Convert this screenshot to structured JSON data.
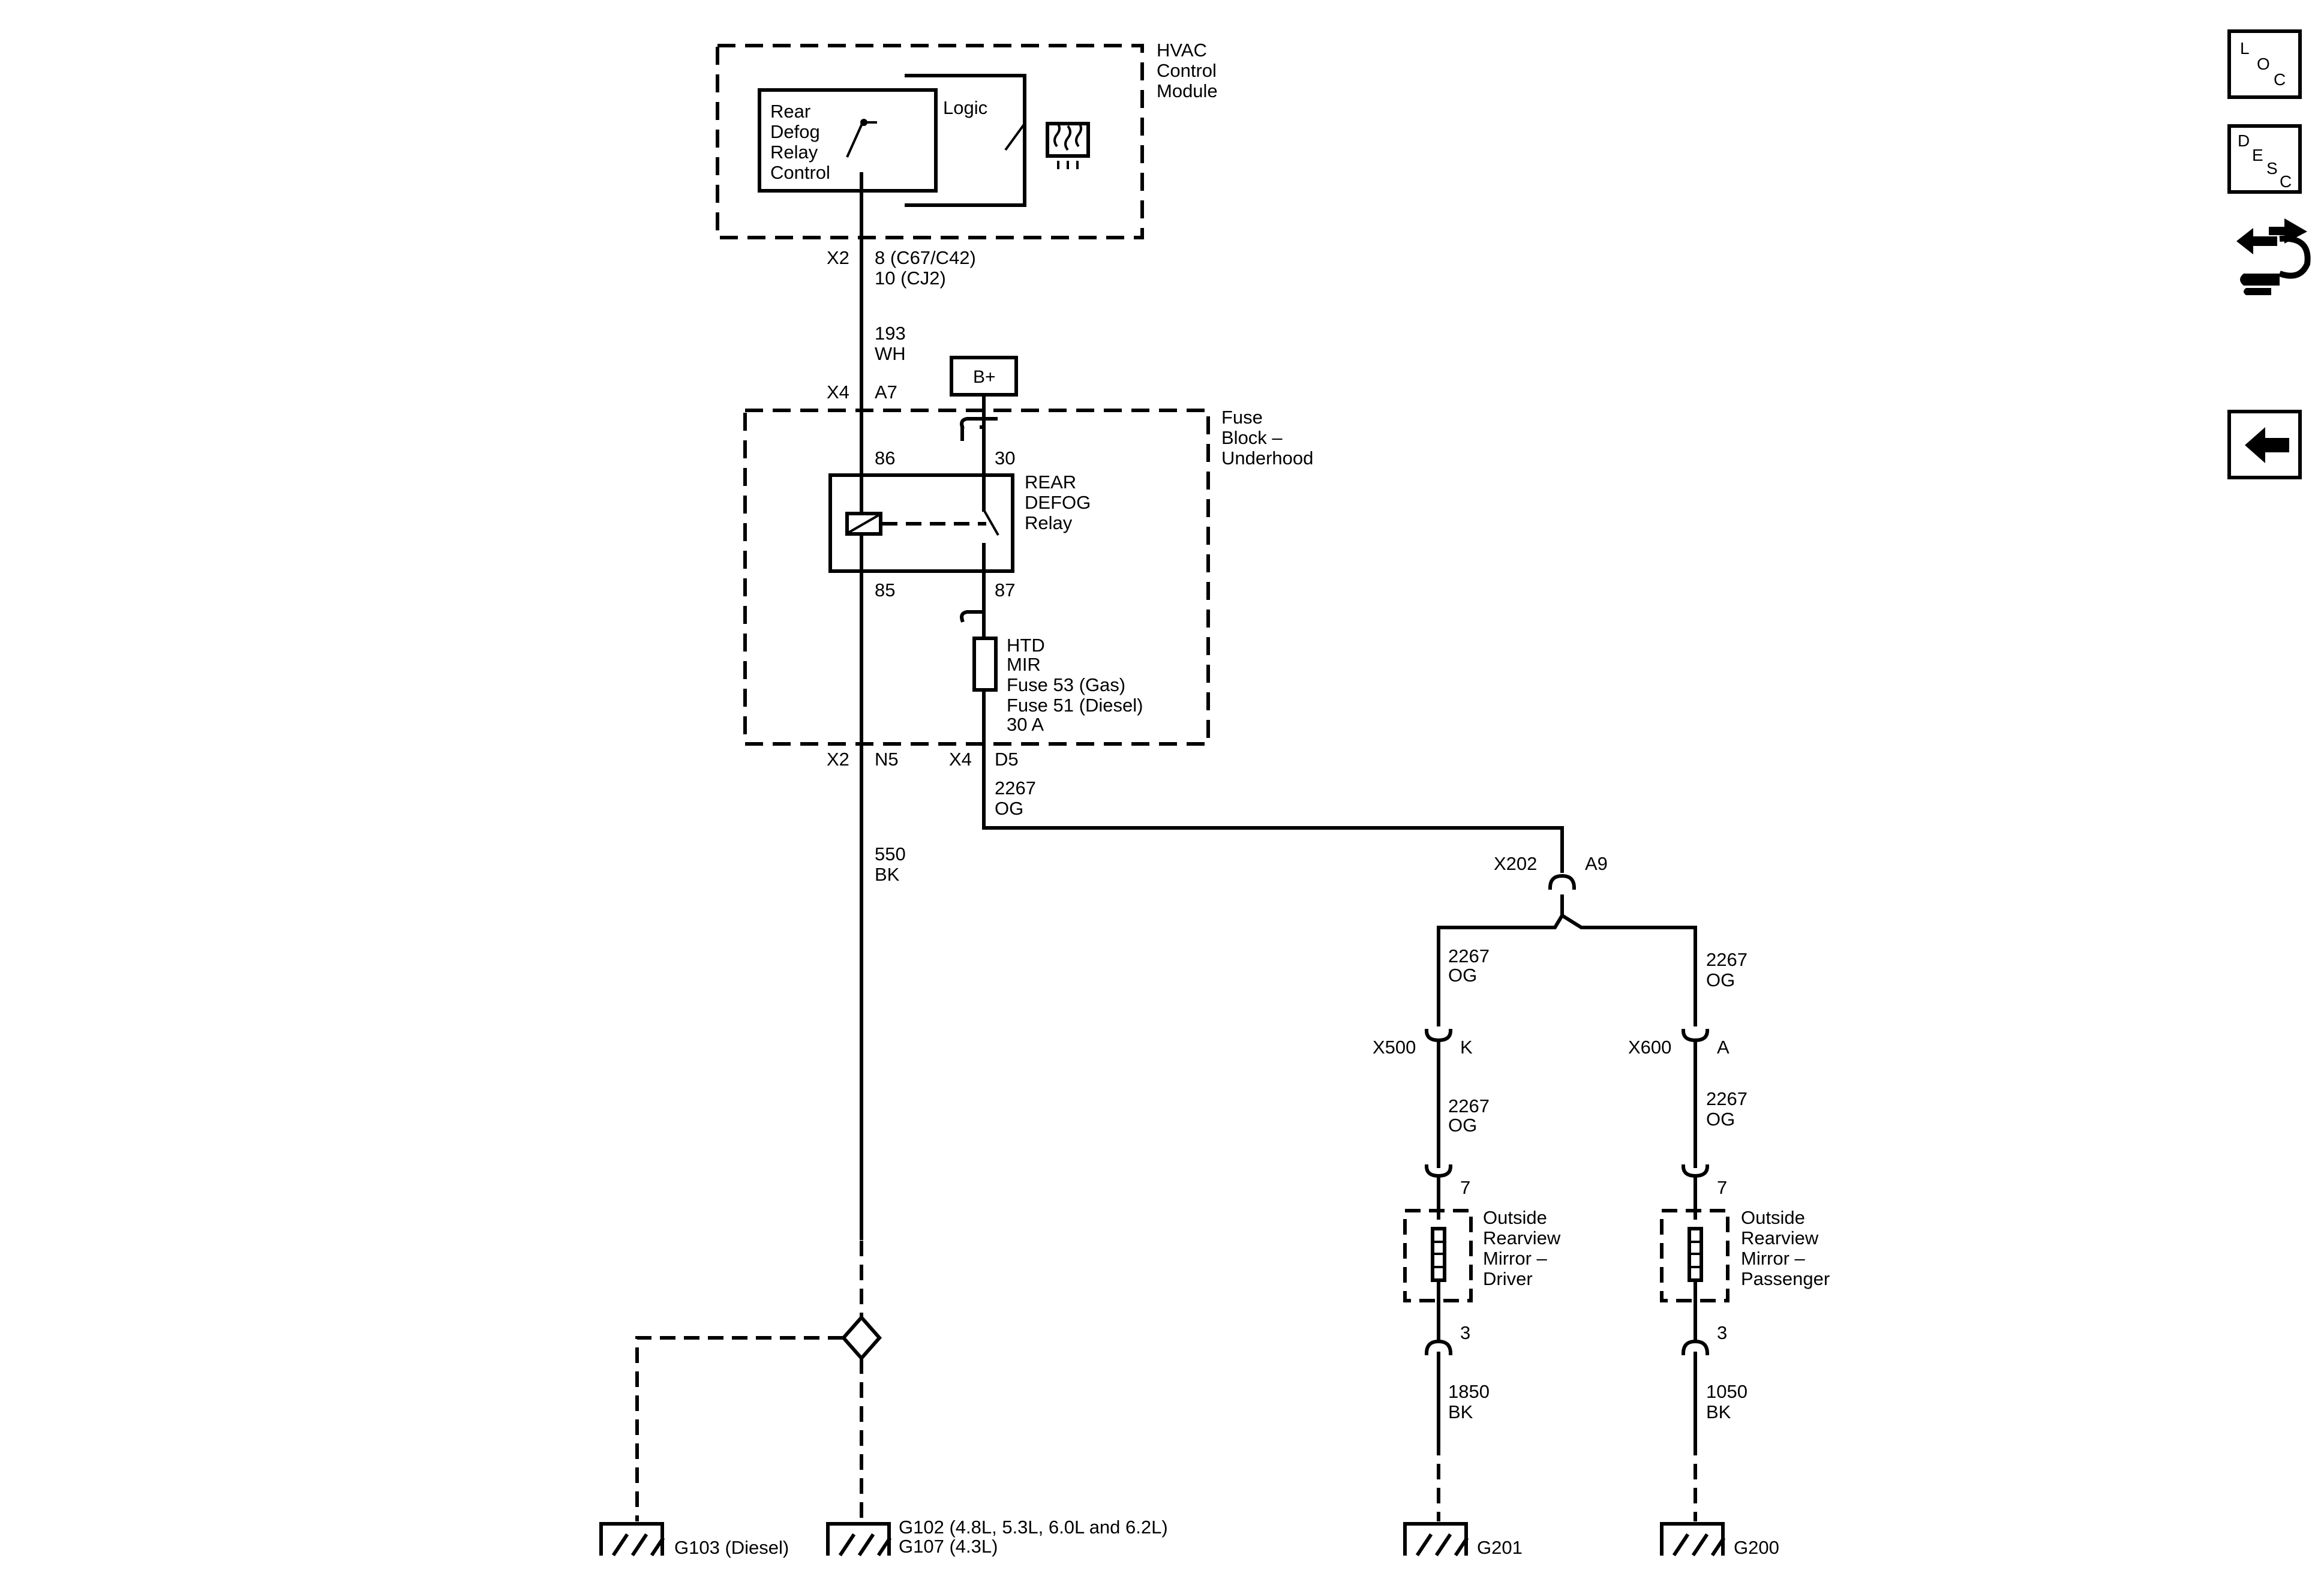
{
  "hvac": {
    "name": [
      "HVAC",
      "Control",
      "Module"
    ],
    "relay_ctrl": [
      "Rear",
      "Defog",
      "Relay",
      "Control"
    ],
    "logic": "Logic",
    "connector": "X2",
    "pins": [
      "8 (C67/C42)",
      "10 (CJ2)"
    ]
  },
  "wire_193": [
    "193",
    "WH"
  ],
  "fuse_block": {
    "name": [
      "Fuse",
      "Block –",
      "Underhood"
    ],
    "x4": "X4",
    "a7": "A7",
    "battery": "B+",
    "pin86": "86",
    "pin30": "30",
    "pin85": "85",
    "pin87": "87",
    "relay": [
      "REAR",
      "DEFOG",
      "Relay"
    ],
    "fuse": [
      "HTD",
      "MIR",
      "Fuse 53 (Gas)",
      "Fuse 51 (Diesel)",
      "30 A"
    ],
    "x2": "X2",
    "n5": "N5",
    "x4b": "X4",
    "d5": "D5"
  },
  "wire_550": [
    "550",
    "BK"
  ],
  "wire_2267_main": [
    "2267",
    "OG"
  ],
  "x202": {
    "conn": "X202",
    "pin": "A9"
  },
  "left_branch": {
    "wire1": [
      "2267",
      "OG"
    ],
    "conn": "X500",
    "pin": "K",
    "wire2": [
      "2267",
      "OG"
    ],
    "pin7": "7",
    "mirror": [
      "Outside",
      "Rearview",
      "Mirror –",
      "Driver"
    ],
    "pin3": "3",
    "wire3": [
      "1850",
      "BK"
    ],
    "ground": "G201"
  },
  "right_branch": {
    "wire1": [
      "2267",
      "OG"
    ],
    "conn": "X600",
    "pin": "A",
    "wire2": [
      "2267",
      "OG"
    ],
    "pin7": "7",
    "mirror": [
      "Outside",
      "Rearview",
      "Mirror –",
      "Passenger"
    ],
    "pin3": "3",
    "wire3": [
      "1050",
      "BK"
    ],
    "ground": "G200"
  },
  "grounds": {
    "g103": "G103 (Diesel)",
    "g102": [
      "G102 (4.8L, 5.3L, 6.0L and 6.2L)",
      "G107 (4.3L)"
    ]
  },
  "nav": {
    "loc": [
      "L",
      "O",
      "C"
    ],
    "desc": [
      "D",
      "E",
      "S",
      "C"
    ]
  }
}
